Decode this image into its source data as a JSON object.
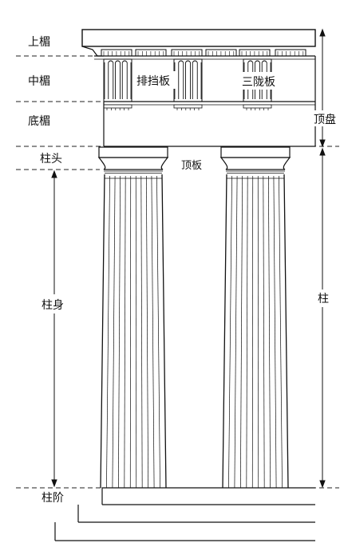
{
  "labels": {
    "cornice": "上楣",
    "frieze": "中楣",
    "architrave": "底楣",
    "capital": "柱头",
    "shaft": "柱身",
    "stylobate": "柱阶",
    "triglyph": "排挡板",
    "metope": "三陇板",
    "abacus": "顶板",
    "entablature": "顶盘",
    "column": "柱"
  },
  "colors": {
    "ink": "#111111",
    "paper": "#ffffff"
  }
}
